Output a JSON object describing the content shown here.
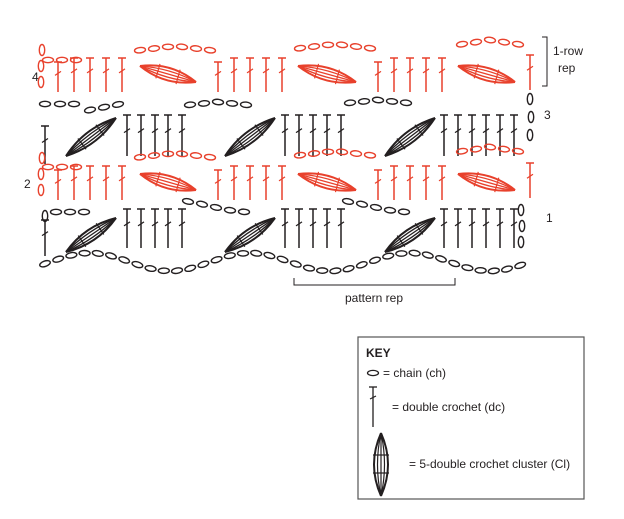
{
  "chart": {
    "row_labels": [
      "4",
      "3",
      "2",
      "1"
    ],
    "row_rep_label_line1": "1-row",
    "row_rep_label_line2": "rep",
    "pattern_rep_label": "pattern rep"
  },
  "key": {
    "title": "KEY",
    "items": [
      {
        "symbol": "chain-icon",
        "label": "= chain (ch)"
      },
      {
        "symbol": "double-crochet-icon",
        "label": "= double crochet (dc)"
      },
      {
        "symbol": "cluster-icon",
        "label": "= 5-double crochet cluster (Cl)"
      }
    ]
  },
  "colors": {
    "dark": "#231f20",
    "red": "#e8412c",
    "frame": "#555555"
  }
}
